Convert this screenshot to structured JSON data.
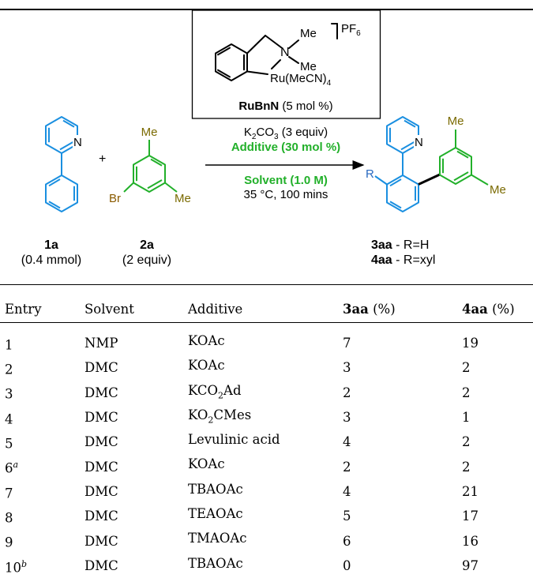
{
  "catalyst": {
    "substituent_top": "Me",
    "substituent_n": "N",
    "substituent_n_me": "Me",
    "counterion": "PF",
    "counterion_sub": "6",
    "metal": "Ru(MeCN)",
    "metal_sub": "4",
    "name": "RuBnN",
    "loading": " (5 mol %)"
  },
  "conditions": {
    "base": "K",
    "base_sub": "2",
    "base_rest": "CO",
    "base_sub2": "3",
    "base_equiv": " (3 equiv)",
    "additive": "Additive (30 mol %)",
    "solvent": "Solvent (1.0 M)",
    "temperature_time": "35 °C, 100 mins"
  },
  "reactants": {
    "plus": "+",
    "pyridine_n": "N",
    "aryl_me_top": "Me",
    "aryl_me_bottom": "Me",
    "aryl_br": "Br",
    "r1_label": "1a",
    "r1_amount": "(0.4 mmol)",
    "r2_label": "2a",
    "r2_amount": "(2 equiv)"
  },
  "product": {
    "pyridine_n": "N",
    "r_group": "R",
    "me_top": "Me",
    "me_right": "Me",
    "label_3aa": "3aa",
    "def_3aa": " - R=H",
    "label_4aa": "4aa",
    "def_4aa": " - R=xyl"
  },
  "table": {
    "headers": {
      "entry": "Entry",
      "solvent": "Solvent",
      "additive": "Additive",
      "col3_bold": "3aa",
      "col3_rest": " (%)",
      "col4_bold": "4aa",
      "col4_rest": " (%)"
    },
    "rows": [
      {
        "entry": "1",
        "sup": "",
        "solvent": "NMP",
        "additive": "KOAc",
        "additive_sub": "",
        "additive_rest": "",
        "y3": "7",
        "y4": "19"
      },
      {
        "entry": "2",
        "sup": "",
        "solvent": "DMC",
        "additive": "KOAc",
        "additive_sub": "",
        "additive_rest": "",
        "y3": "3",
        "y4": "2"
      },
      {
        "entry": "3",
        "sup": "",
        "solvent": "DMC",
        "additive": "KCO",
        "additive_sub": "2",
        "additive_rest": "Ad",
        "y3": "2",
        "y4": "2"
      },
      {
        "entry": "4",
        "sup": "",
        "solvent": "DMC",
        "additive": "KO",
        "additive_sub": "2",
        "additive_rest": "CMes",
        "y3": "3",
        "y4": "1"
      },
      {
        "entry": "5",
        "sup": "",
        "solvent": "DMC",
        "additive": "Levulinic acid",
        "additive_sub": "",
        "additive_rest": "",
        "y3": "4",
        "y4": "2"
      },
      {
        "entry": "6",
        "sup": "a",
        "solvent": "DMC",
        "additive": "KOAc",
        "additive_sub": "",
        "additive_rest": "",
        "y3": "2",
        "y4": "2"
      },
      {
        "entry": "7",
        "sup": "",
        "solvent": "DMC",
        "additive": "TBAOAc",
        "additive_sub": "",
        "additive_rest": "",
        "y3": "4",
        "y4": "21"
      },
      {
        "entry": "8",
        "sup": "",
        "solvent": "DMC",
        "additive": "TEAOAc",
        "additive_sub": "",
        "additive_rest": "",
        "y3": "5",
        "y4": "17"
      },
      {
        "entry": "9",
        "sup": "",
        "solvent": "DMC",
        "additive": "TMAOAc",
        "additive_sub": "",
        "additive_rest": "",
        "y3": "6",
        "y4": "16"
      },
      {
        "entry": "10",
        "sup": "b",
        "solvent": "DMC",
        "additive": "TBAOAc",
        "additive_sub": "",
        "additive_rest": "",
        "y3": "0",
        "y4": "97"
      }
    ]
  },
  "colors": {
    "blue": "#1a8fe0",
    "green": "#22b02a",
    "black": "#000000"
  }
}
